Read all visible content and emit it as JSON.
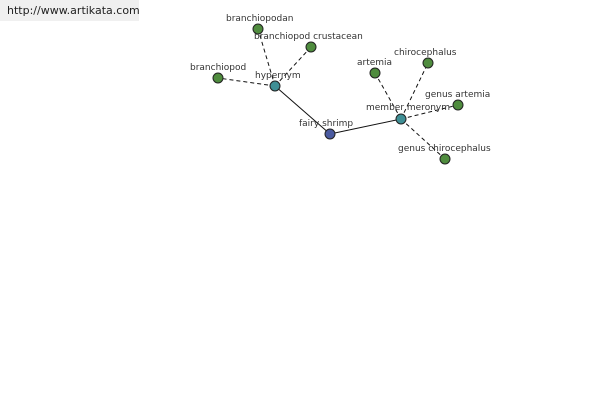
{
  "header": {
    "source_url": "http://www.artikata.com"
  },
  "colors": {
    "center": "#4a5aa0",
    "relation": "#3f8f95",
    "term": "#4f8c3e",
    "edge": "#111111"
  },
  "graph": {
    "center": {
      "label": "fairy shrimp"
    },
    "relations": [
      {
        "id": "hypernym",
        "label": "hypernym",
        "terms": [
          {
            "id": "branchiopodan",
            "label": "branchiopodan"
          },
          {
            "id": "branchiopod-crustacean",
            "label": "branchiopod crustacean"
          },
          {
            "id": "branchiopod",
            "label": "branchiopod"
          }
        ]
      },
      {
        "id": "member-meronym",
        "label": "member meronym",
        "terms": [
          {
            "id": "artemia",
            "label": "artemia"
          },
          {
            "id": "chirocephalus",
            "label": "chirocephalus"
          },
          {
            "id": "genus-artemia",
            "label": "genus artemia"
          },
          {
            "id": "genus-chirocephalus",
            "label": "genus chirocephalus"
          }
        ]
      }
    ]
  }
}
